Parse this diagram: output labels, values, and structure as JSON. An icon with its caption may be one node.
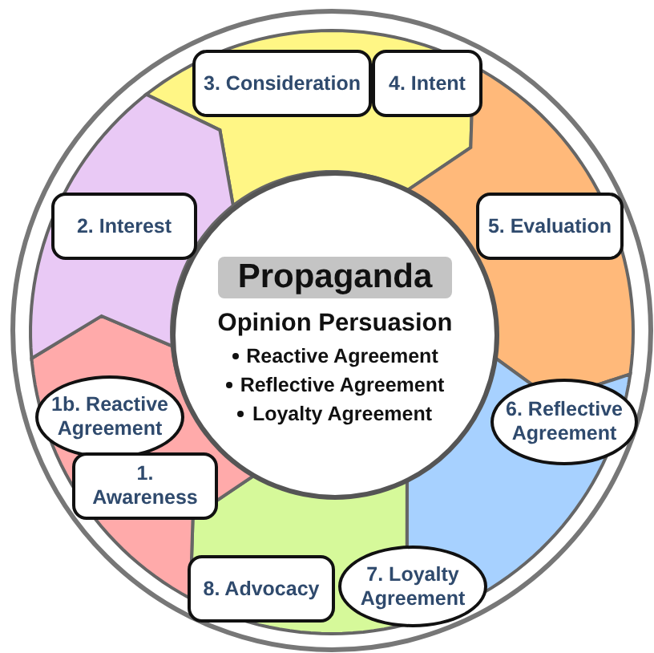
{
  "diagram": {
    "nodes": [
      {
        "text": [
          "Propaganda",
          "Opinion Persuasion",
          "Reactive Agreement",
          "Reflective Agreement",
          "Loyalty Agreement"
        ]
      },
      {
        "text": [
          "3. Consideration"
        ]
      },
      {
        "text": [
          "4. Intent"
        ]
      },
      {
        "text": [
          "2. Interest"
        ]
      },
      {
        "text": [
          "5. Evaluation"
        ]
      },
      {
        "text": [
          "1b. Reactive Agreement"
        ]
      },
      {
        "text": [
          "6. Reflective Agreement"
        ]
      },
      {
        "text": [
          "1. Awareness"
        ]
      },
      {
        "text": [
          "8. Advocacy"
        ]
      },
      {
        "text": [
          "7. Loyalty Agreement"
        ]
      }
    ],
    "edges": []
  }
}
